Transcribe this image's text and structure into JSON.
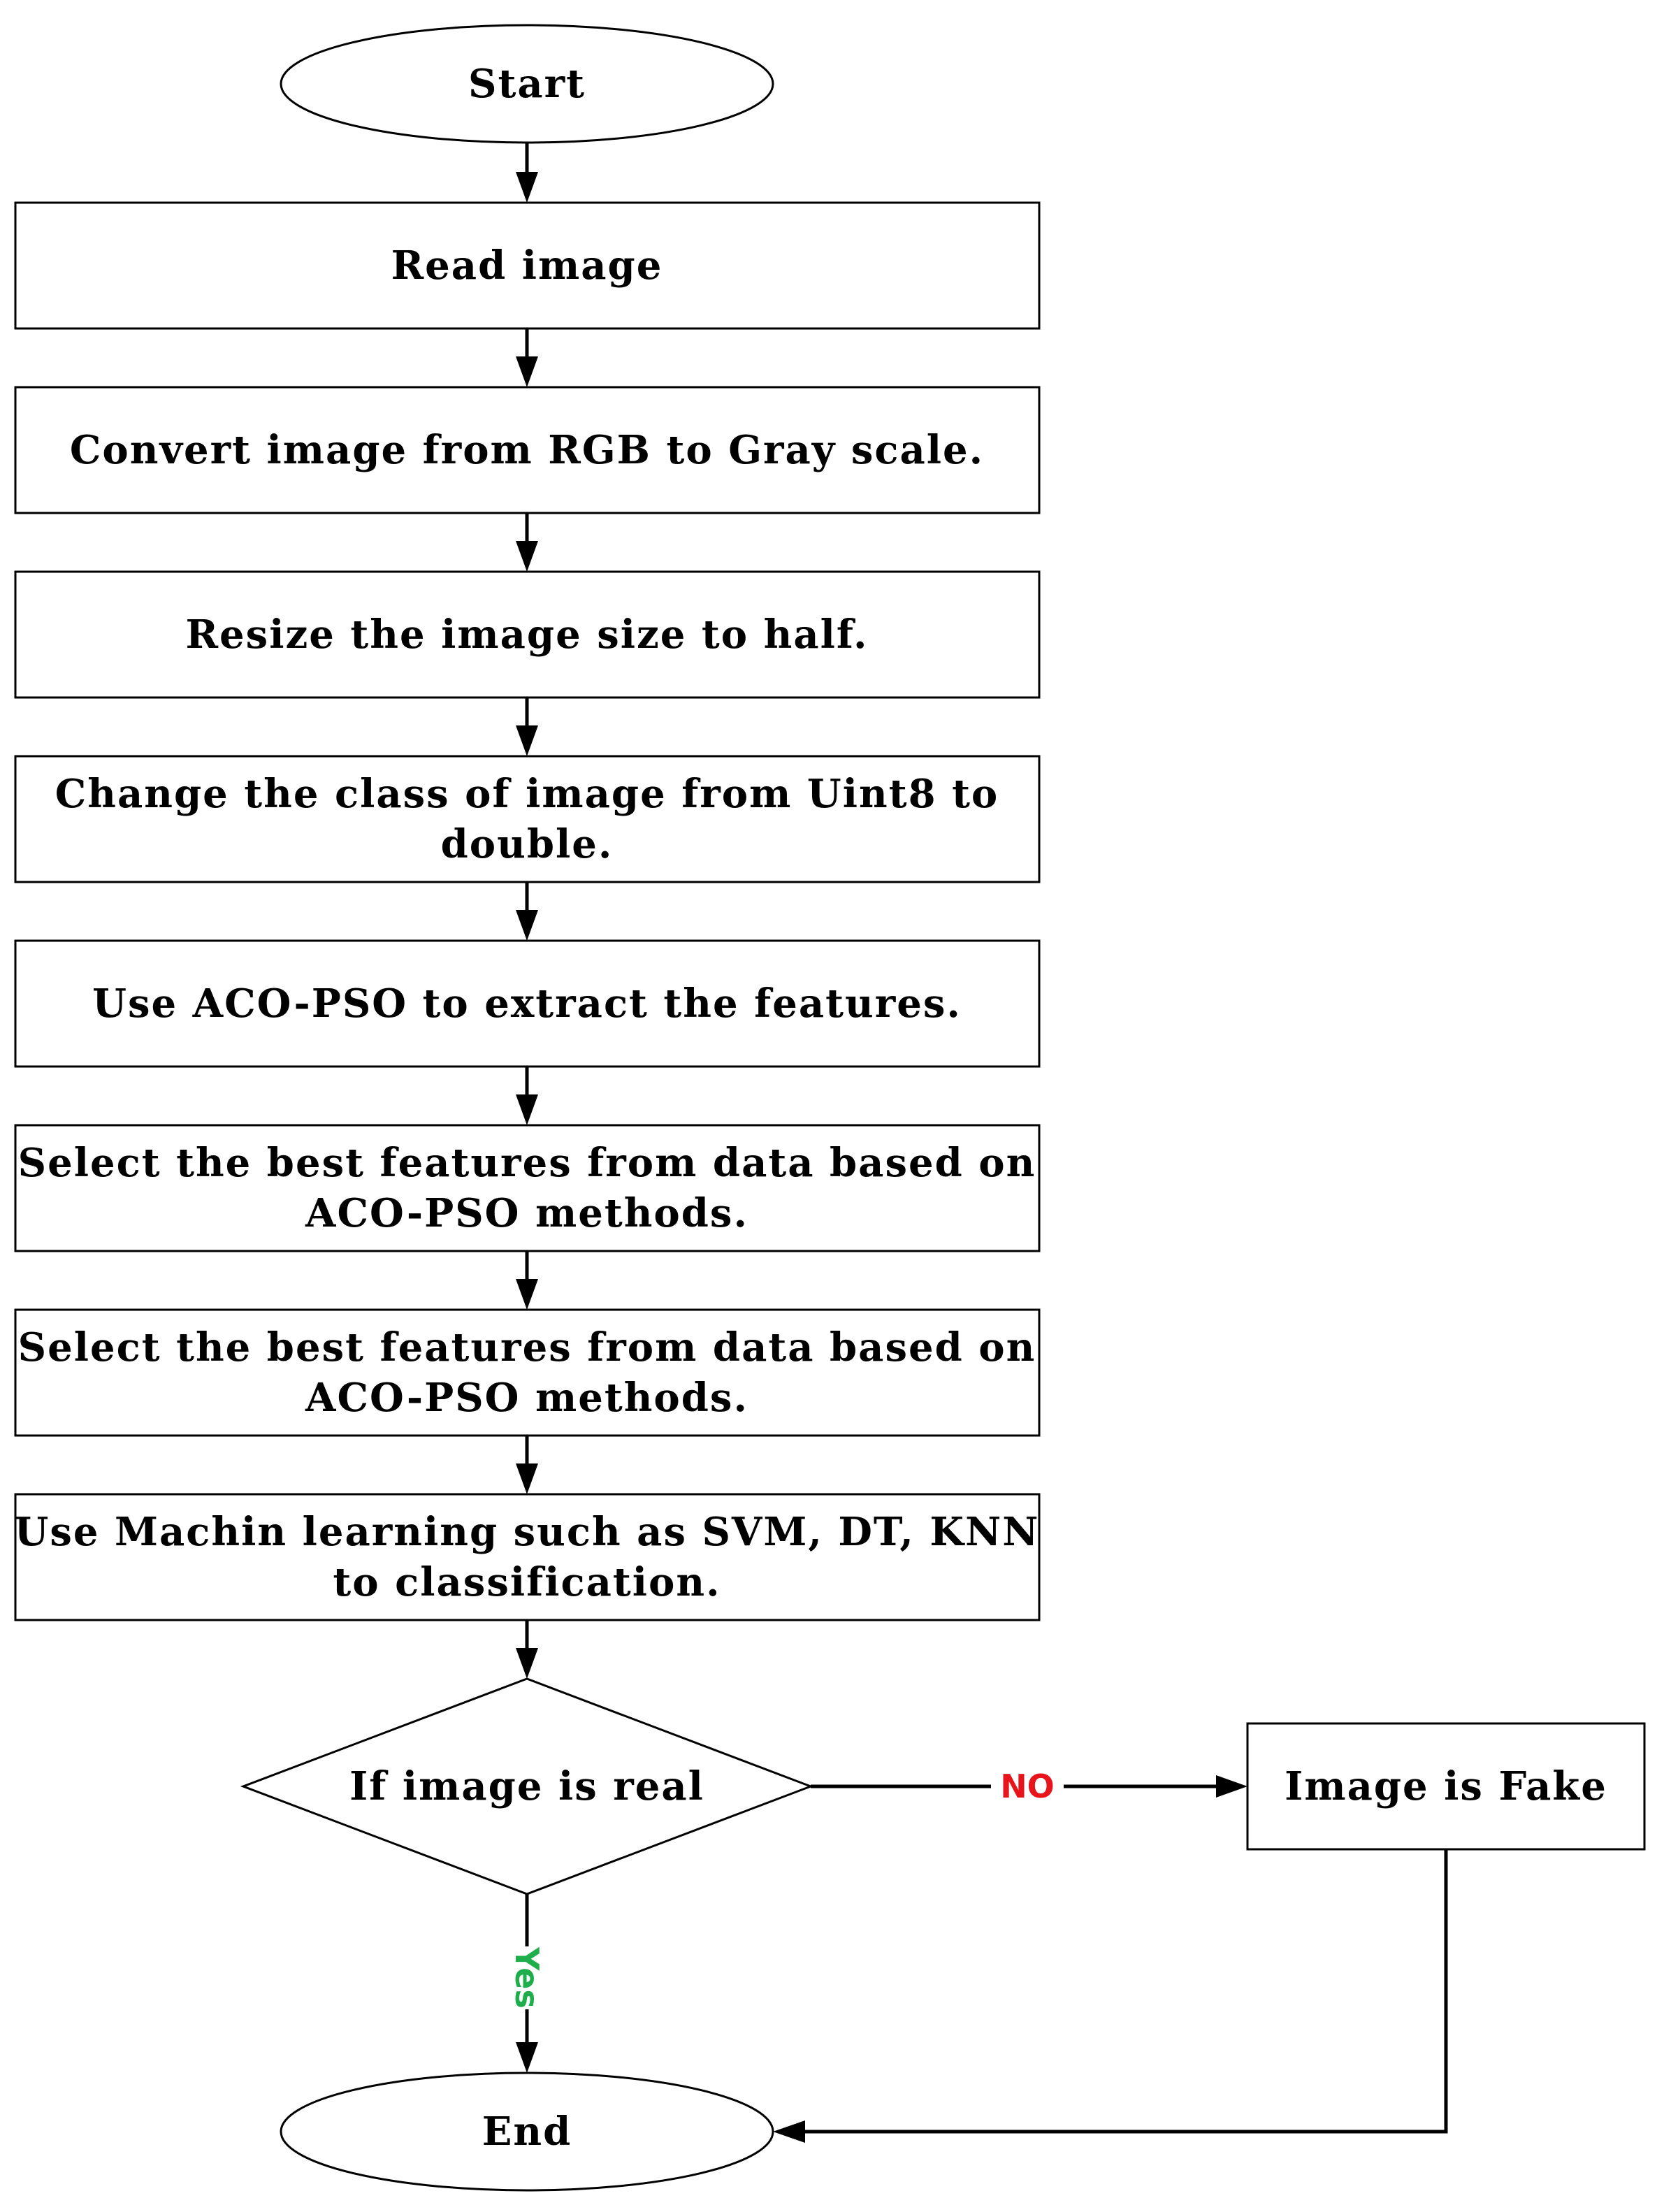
{
  "flowchart": {
    "start": "Start",
    "steps": [
      {
        "lines": [
          "Read image"
        ]
      },
      {
        "lines": [
          "Convert image from RGB to Gray scale."
        ]
      },
      {
        "lines": [
          "Resize the image size to half."
        ]
      },
      {
        "lines": [
          "Change the class of image from Uint8 to",
          "double."
        ]
      },
      {
        "lines": [
          "Use ACO-PSO to extract the features."
        ]
      },
      {
        "lines": [
          "Select the best features from data based on",
          "ACO-PSO methods."
        ]
      },
      {
        "lines": [
          "Select the best features from data based on",
          "ACO-PSO methods."
        ]
      },
      {
        "lines": [
          "Use Machin learning such as SVM, DT, KNN",
          "to classification."
        ]
      }
    ],
    "decision": "If image is real",
    "no_label": "NO",
    "yes_label": "Yes",
    "fake_box": "Image is Fake",
    "end": "End"
  },
  "colors": {
    "no_label": "#e8141b",
    "yes_label": "#1fae4b",
    "stroke": "#000000"
  }
}
